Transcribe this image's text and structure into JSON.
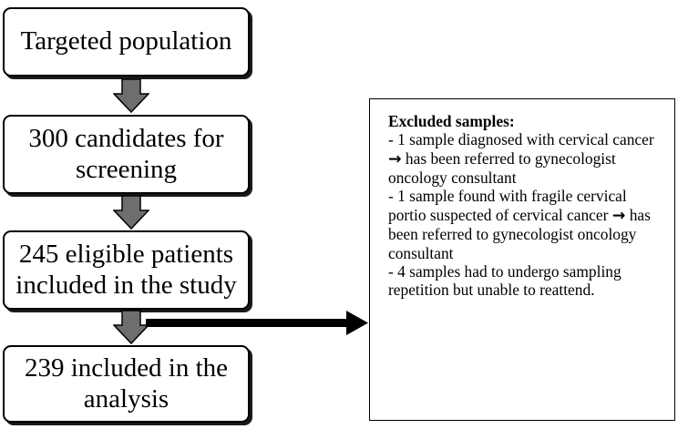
{
  "flow": {
    "steps": [
      {
        "label": "Targeted population"
      },
      {
        "label": "300 candidates for screening"
      },
      {
        "label": "245 eligible patients included in the study"
      },
      {
        "label": "239 included in the analysis"
      }
    ]
  },
  "excluded": {
    "title": "Excluded samples:",
    "items": [
      {
        "before": "- 1 sample diagnosed with cervical cancer ",
        "arrow": "→",
        "after": " has been referred to gynecologist oncology consultant"
      },
      {
        "before": "- 1 sample found with fragile cervical portio suspected of cervical cancer ",
        "arrow": "→",
        "after": " has been referred to gynecologist oncology consultant"
      },
      {
        "before": "- 4 samples had to undergo sampling repetition but unable to reattend.",
        "arrow": "",
        "after": ""
      }
    ]
  },
  "colors": {
    "arrow_fill": "#6e6e6e",
    "border": "#000000",
    "connector": "#000000"
  }
}
